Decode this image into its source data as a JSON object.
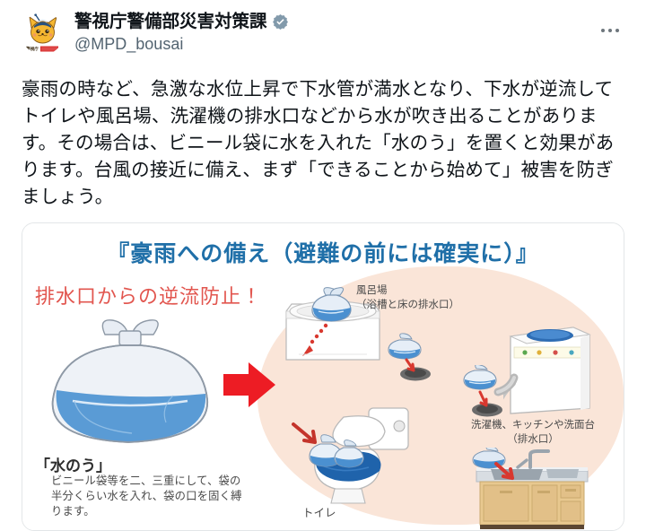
{
  "account": {
    "display_name": "警視庁警備部災害対策課",
    "handle": "@MPD_bousai",
    "verified": true,
    "avatar_icon": "pipo-kun-mascot-avatar",
    "avatar_badge_text": "警視庁"
  },
  "toolbar": {
    "more_label": "...",
    "more_icon": "ellipsis-icon"
  },
  "tweet": {
    "text": "豪雨の時など、急激な水位上昇で下水管が満水となり、下水が逆流してトイレや風呂場、洗濯機の排水口などから水が吹き出ることがあります。その場合は、ビニール袋に水を入れた「水のう」を置くと効果があります。台風の接近に備え、まず「できることから始めて」被害を防ぎましょう。"
  },
  "media": {
    "poster": {
      "title": "『豪雨への備え（避難の前には確実に）』",
      "headline": "排水口からの逆流防止！",
      "bag_caption_title": "「水のう」",
      "bag_caption_body": "ビニール袋等を二、三重にして、袋の半分くらい水を入れ、袋の口を固く縛ります。",
      "label_bathroom": "風呂場\n（浴槽と床の排水口）",
      "label_toilet": "トイレ",
      "label_washer": "洗濯機、キッチンや洗面台\n（排水口）"
    }
  },
  "colors": {
    "title_blue": "#1f6fa8",
    "headline_red": "#e2564f",
    "arrow_red": "#ed1c24",
    "blob_peach": "#fae5d8",
    "water_blue": "#5a9bd5",
    "deep_blue": "#1f63ab",
    "text_primary": "#0f1419",
    "text_secondary": "#536471",
    "verified_grey": "#829aab",
    "card_border": "#e3e6e8"
  }
}
